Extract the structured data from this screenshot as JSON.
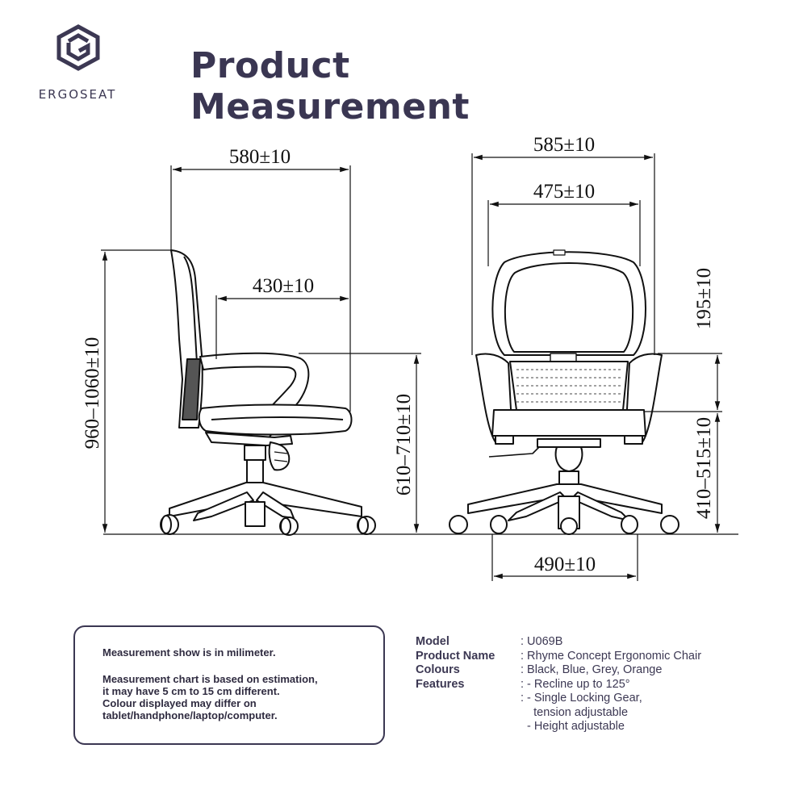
{
  "brand": {
    "name": "ERGOSEAT",
    "logo_icon": "hexagon-cube-logo-icon"
  },
  "title": "Product Measurement",
  "dimensions": {
    "side_width": "580±10",
    "seat_depth": "430±10",
    "total_height": "960–1060±10",
    "armrest_height": "610–710±10",
    "front_width": "585±10",
    "backrest_width": "475±10",
    "backrest_height": "195±10",
    "seat_height": "410–515±10",
    "base_width": "490±10"
  },
  "notes": {
    "line1": "Measurement show is in milimeter.",
    "line2": [
      "Measurement chart is based on estimation,",
      "it may have 5 cm to 15 cm different.",
      "Colour displayed may differ on",
      "tablet/handphone/laptop/computer."
    ]
  },
  "specs": [
    {
      "label": "Model",
      "value": ": U069B"
    },
    {
      "label": "Product Name",
      "value": ": Rhyme Concept Ergonomic Chair"
    },
    {
      "label": "Colours",
      "value": ": Black, Blue, Grey, Orange"
    },
    {
      "label": "Features",
      "value": ": - Recline up to 125°"
    },
    {
      "label": "",
      "value": ": - Single Locking Gear,"
    },
    {
      "label": "",
      "value": "    tension adjustable"
    },
    {
      "label": "",
      "value": "  - Height adjustable"
    }
  ],
  "colors": {
    "text": "#35314a",
    "line": "#111111",
    "border": "#3b3752"
  }
}
